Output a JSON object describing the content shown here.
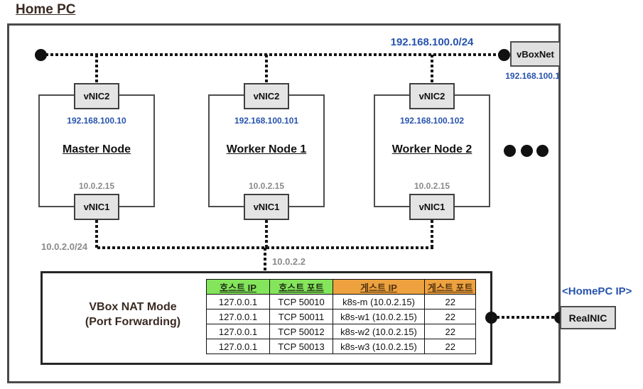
{
  "page_title": "Home PC",
  "colors": {
    "accent_blue": "#2753ad",
    "muted_gray": "#8a8a8a",
    "green_header": "#84e55c",
    "orange_header": "#eda23f",
    "dark_brown_text": "#3a2a23"
  },
  "vboxnet_bus": {
    "network_label": "192.168.100.0/24",
    "adapter_label": "vBoxNet",
    "adapter_ip": "192.168.100.1"
  },
  "nodes": [
    {
      "title": "Master Node",
      "vnic2_label": "vNIC2",
      "vnic2_ip": "192.168.100.10",
      "vnic1_label": "vNIC1",
      "vnic1_ip": "10.0.2.15"
    },
    {
      "title": "Worker Node 1",
      "vnic2_label": "vNIC2",
      "vnic2_ip": "192.168.100.101",
      "vnic1_label": "vNIC1",
      "vnic1_ip": "10.0.2.15"
    },
    {
      "title": "Worker Node 2",
      "vnic2_label": "vNIC2",
      "vnic2_ip": "192.168.100.102",
      "vnic1_label": "vNIC1",
      "vnic1_ip": "10.0.2.15"
    }
  ],
  "nat": {
    "network_label": "10.0.2.0/24",
    "gateway_ip": "10.0.2.2",
    "title_line1": "VBox NAT Mode",
    "title_line2": "(Port Forwarding)",
    "port_forwarding_table": {
      "headers": [
        "호스트 IP",
        "호스트 포트",
        "게스트 IP",
        "게스트 포트"
      ],
      "rows": [
        [
          "127.0.0.1",
          "TCP 50010",
          "k8s-m (10.0.2.15)",
          "22"
        ],
        [
          "127.0.0.1",
          "TCP 50011",
          "k8s-w1 (10.0.2.15)",
          "22"
        ],
        [
          "127.0.0.1",
          "TCP 50012",
          "k8s-w2 (10.0.2.15)",
          "22"
        ],
        [
          "127.0.0.1",
          "TCP 50013",
          "k8s-w3 (10.0.2.15)",
          "22"
        ]
      ]
    }
  },
  "realnic": {
    "label": "RealNIC",
    "ip_label": "<HomePC IP>"
  }
}
